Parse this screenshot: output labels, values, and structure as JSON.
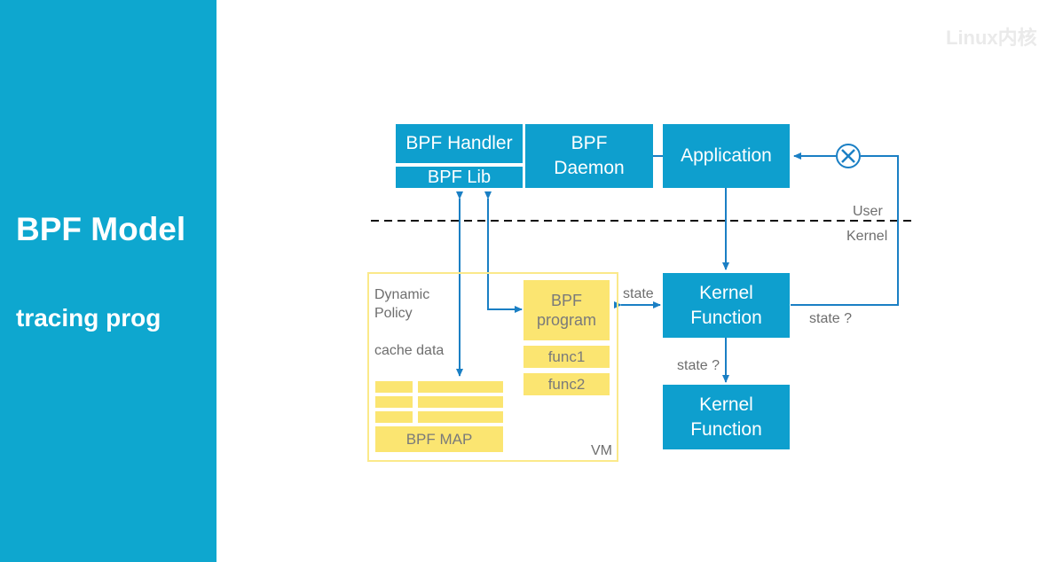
{
  "slide": {
    "title": "BPF Model",
    "subtitle": "tracing prog",
    "watermark": "Linux内核"
  },
  "diagram": {
    "bpf_handler": "BPF Handler",
    "bpf_lib": "BPF Lib",
    "bpf_daemon_line1": "BPF",
    "bpf_daemon_line2": "Daemon",
    "application": "Application",
    "user_label": "User",
    "kernel_label": "Kernel",
    "dynamic_policy_line1": "Dynamic",
    "dynamic_policy_line2": "Policy",
    "cache_data": "cache data",
    "bpf_program_line1": "BPF",
    "bpf_program_line2": "program",
    "func1": "func1",
    "func2": "func2",
    "bpf_map": "BPF MAP",
    "vm_label": "VM",
    "kernel_function_1_line1": "Kernel",
    "kernel_function_1_line2": "Function",
    "kernel_function_2_line1": "Kernel",
    "kernel_function_2_line2": "Function",
    "state_label": "state",
    "state_q_right": "state ?",
    "state_q_down": "state ?"
  },
  "colors": {
    "sidebar": "#0ea7cf",
    "box_blue": "#0e9fce",
    "box_yellow": "#fbe571",
    "arrow": "#1a7fc4"
  }
}
